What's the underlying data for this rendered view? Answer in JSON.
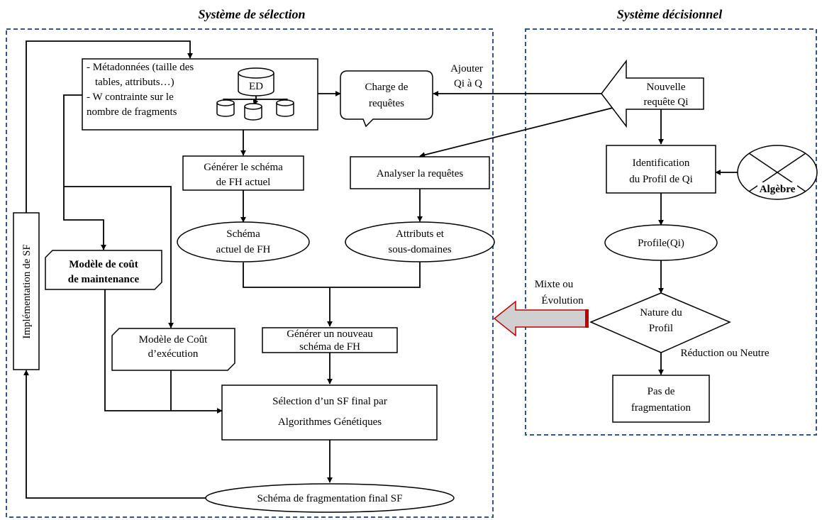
{
  "titles": {
    "left": "Système de sélection",
    "right": "Système décisionnel"
  },
  "nodes": {
    "metadata": {
      "line1": "-  Métadonnées (taille des",
      "line2": "tables, attributs…)",
      "line3": "- W contrainte sur le",
      "line4": "nombre de fragments",
      "db_label": "ED"
    },
    "workload": {
      "line1": "Charge de",
      "line2": "requêtes"
    },
    "add_query": {
      "line1": "Ajouter",
      "line2": "Qi à Q"
    },
    "new_query": {
      "line1": "Nouvelle",
      "line2": "requête Qi"
    },
    "gen_current": {
      "line1": "Générer le schéma",
      "line2": "de FH actuel"
    },
    "analyze": {
      "line1": "Analyser la requêtes"
    },
    "identify": {
      "line1": "Identification",
      "line2": "du Profil de Qi"
    },
    "algebra": {
      "line1": "Algèbre"
    },
    "current_schema": {
      "line1": "Schéma",
      "line2": "actuel de FH"
    },
    "attributes": {
      "line1": "Attributs et",
      "line2": "sous-domaines"
    },
    "profile": {
      "line1": "Profile(Qi)"
    },
    "maint_cost": {
      "line1": "Modèle de coût",
      "line2": "de maintenance"
    },
    "implementation": {
      "line1": "Implémentation de SF"
    },
    "new_schema": {
      "line1": "Générer un nouveau",
      "line2": "schéma de FH"
    },
    "nature": {
      "line1": "Nature du",
      "line2": "Profil"
    },
    "mixed": {
      "line1": "Mixte ou",
      "line2": "Évolution"
    },
    "exec_cost": {
      "line1": "Modèle de Coût",
      "line2": "d’exécution"
    },
    "reduction": {
      "line1": "Réduction ou Neutre"
    },
    "no_frag": {
      "line1": "Pas de",
      "line2": "fragmentation"
    },
    "final_selection": {
      "line1": "Sélection d’un SF final par",
      "line2": "Algorithmes Génétiques"
    },
    "final_schema": {
      "line1": "Schéma de fragmentation final SF"
    }
  },
  "colors": {
    "region_border": "#2f5597",
    "evolution_arrow_fill": "#d0d0d0",
    "evolution_arrow_stroke": "#c00000"
  }
}
